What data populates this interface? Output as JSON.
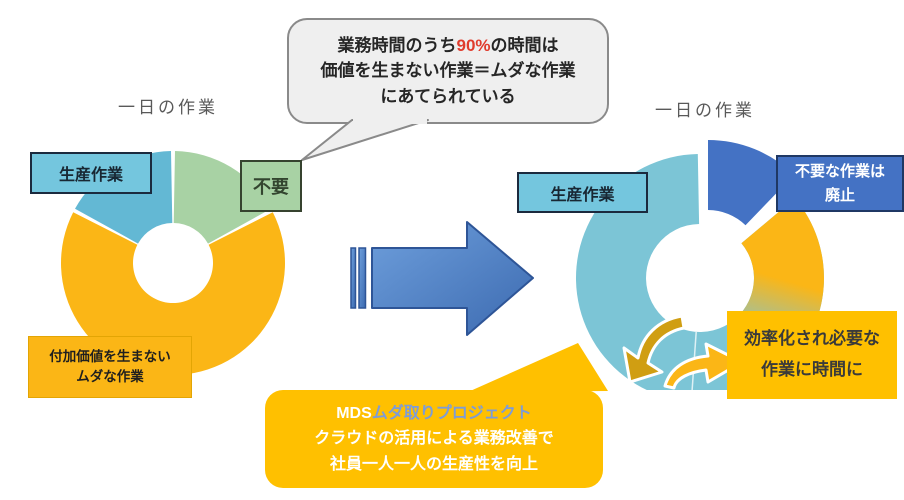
{
  "page": {
    "background": "#FFFFFF"
  },
  "colors": {
    "orange_segment": "#FBB616",
    "amber_box": "#FFC000",
    "sky_blue_segment": "#63B8D4",
    "teal_segment": "#7CC5D6",
    "green_segment": "#A8D2A4",
    "royal_blue": "#4472C4",
    "arrow_blue_light": "#6E9FDC",
    "arrow_blue_dark": "#3C6AB0",
    "arrow_outline": "#2E5597",
    "bubble_gray_fill": "#EFEFEF",
    "bubble_gray_border": "#8A8A8A",
    "highlight_red": "#E03C2D",
    "title_gray": "#595959",
    "mustard_arrow": "#D09E12",
    "label_blue_fill": "#74C6DE",
    "dark_blue_border": "#1F3864"
  },
  "left_chart": {
    "title": "一日の作業",
    "label_productive": "生産作業",
    "label_unnecessary": "不要",
    "label_waste_line1": "付加価値を生まない",
    "label_waste_line2": "ムダな作業"
  },
  "right_chart": {
    "title": "一日の作業",
    "label_productive": "生産作業",
    "label_abolish_line1": "不要な作業は",
    "label_abolish_line2": "廃止",
    "label_efficient_line1": "効率化され必要な",
    "label_efficient_line2": "作業に時間に"
  },
  "top_bubble": {
    "line1_pre": "業務時間のうち",
    "line1_highlight": "90%",
    "line1_post": "の時間は",
    "line2": "価値を生まない作業＝ムダな作業",
    "line3": "にあてられている"
  },
  "bottom_bubble": {
    "line1_brand": "MDS",
    "line1_rest": "ムダ取りプロジェクト",
    "line2": "クラウドの活用による業務改善で",
    "line3": "社員一人一人の生産性を向上"
  },
  "chart_data": [
    {
      "type": "pie",
      "variant": "donut",
      "position": "left",
      "title": "一日の作業",
      "unit": "percent (estimated from arc angles)",
      "segments": [
        {
          "label": "生産作業",
          "value": 17,
          "color": "#63B8D4"
        },
        {
          "label": "不要",
          "value": 17,
          "color": "#A8D2A4"
        },
        {
          "label": "付加価値を生まないムダな作業",
          "value": 66,
          "color": "#FBB616"
        }
      ],
      "legend_position": "callout-boxes"
    },
    {
      "type": "pie",
      "variant": "donut",
      "position": "right",
      "title": "一日の作業",
      "unit": "percent (estimated from arc angles)",
      "segments": [
        {
          "label": "不要な作業は廃止",
          "value": 12,
          "color": "#4472C4",
          "exploded": true
        },
        {
          "label": "効率化され必要な作業に時間に",
          "value": 25,
          "color": "#FBB616",
          "gradient_to": "#7CC5D6"
        },
        {
          "label": "生産作業",
          "value": 63,
          "color": "#7CC5D6"
        }
      ],
      "legend_position": "callout-boxes"
    }
  ]
}
